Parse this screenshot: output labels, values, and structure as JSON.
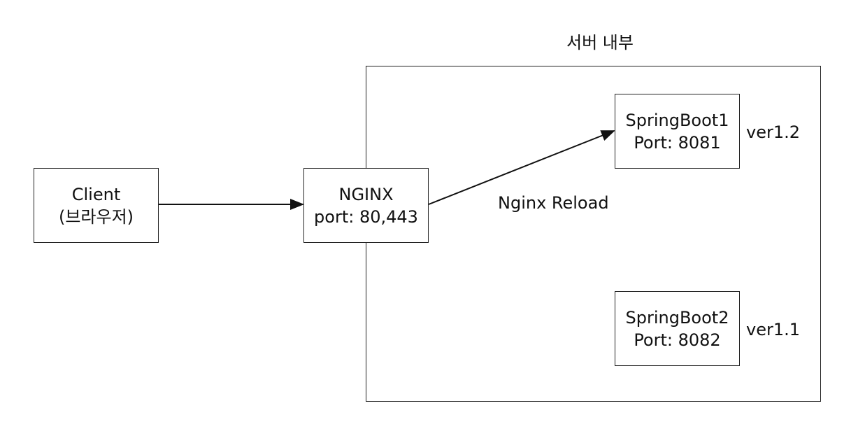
{
  "server_area": {
    "title": "서버 내부"
  },
  "client": {
    "line1": "Client",
    "line2": "(브라우저)"
  },
  "nginx": {
    "line1": "NGINX",
    "line2": "port: 80,443"
  },
  "spring1": {
    "line1": "SpringBoot1",
    "line2": "Port: 8081",
    "version": "ver1.2"
  },
  "spring2": {
    "line1": "SpringBoot2",
    "line2": "Port: 8082",
    "version": "ver1.1"
  },
  "edge_label": "Nginx Reload",
  "colors": {
    "stroke": "#222222",
    "text": "#111111",
    "background": "#ffffff"
  }
}
